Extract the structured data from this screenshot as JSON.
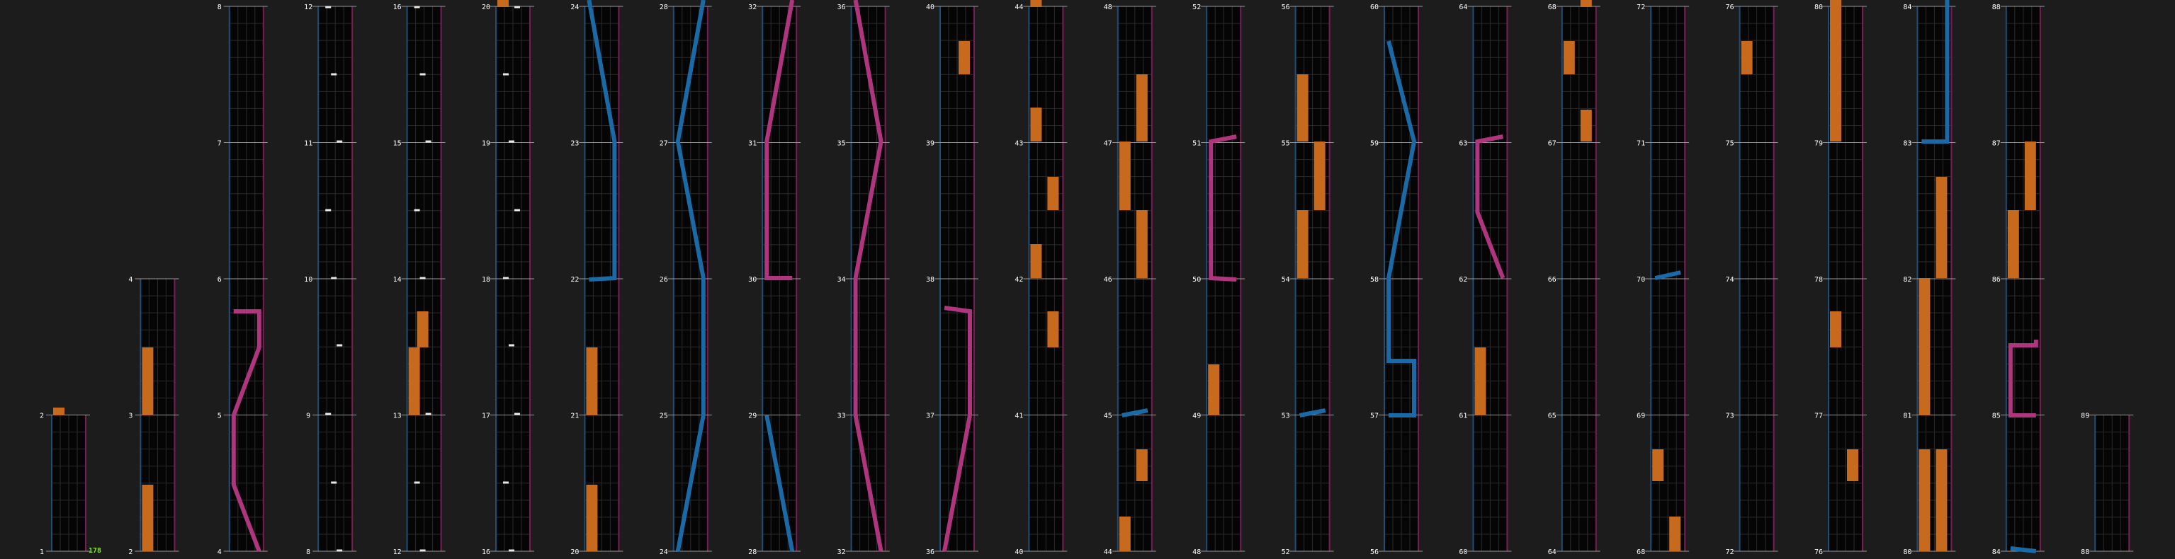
{
  "chart_data": {
    "type": "other",
    "bpm_label": "178",
    "colors": {
      "background": "#1c1c1c",
      "lane": "#050505",
      "border_left": "#1d4e7a",
      "border_right": "#7a1d55",
      "grid": "#2b2b2b",
      "bar_line": "#9a9a9a",
      "tap": "#e8e8e8",
      "freeze": "#c86a1e",
      "left_arrow": "#1a6aa8",
      "right_arrow": "#b0357f",
      "bpm": "#8fe43a"
    },
    "columns": [
      {
        "measures": [
          1,
          2
        ]
      },
      {
        "measures": [
          2,
          3,
          4
        ]
      },
      {
        "measures": [
          4,
          5,
          6,
          7,
          8
        ]
      },
      {
        "measures": [
          8,
          9,
          10,
          11,
          12
        ]
      },
      {
        "measures": [
          12,
          13,
          14,
          15,
          16
        ]
      },
      {
        "measures": [
          16,
          17,
          18,
          19,
          20
        ]
      },
      {
        "measures": [
          20,
          21,
          22,
          23,
          24
        ]
      },
      {
        "measures": [
          24,
          25,
          26,
          27,
          28
        ]
      },
      {
        "measures": [
          28,
          29,
          30,
          31,
          32
        ]
      },
      {
        "measures": [
          32,
          33,
          34,
          35,
          36
        ]
      },
      {
        "measures": [
          36,
          37,
          38,
          39,
          40
        ]
      },
      {
        "measures": [
          40,
          41,
          42,
          43,
          44
        ]
      },
      {
        "measures": [
          44,
          45,
          46,
          47,
          48
        ]
      },
      {
        "measures": [
          48,
          49,
          50,
          51,
          52
        ]
      },
      {
        "measures": [
          52,
          53,
          54,
          55,
          56
        ]
      },
      {
        "measures": [
          56,
          57,
          58,
          59,
          60
        ]
      },
      {
        "measures": [
          60,
          61,
          62,
          63,
          64
        ]
      },
      {
        "measures": [
          64,
          65,
          66,
          67,
          68
        ]
      },
      {
        "measures": [
          68,
          69,
          70,
          71,
          72
        ]
      },
      {
        "measures": [
          72,
          73,
          74,
          75,
          76
        ]
      },
      {
        "measures": [
          76,
          77,
          78,
          79,
          80
        ]
      },
      {
        "measures": [
          80,
          81,
          82,
          83,
          84
        ]
      },
      {
        "measures": [
          84,
          85,
          86,
          87,
          88
        ]
      },
      {
        "measures": [
          88,
          89
        ]
      }
    ]
  }
}
